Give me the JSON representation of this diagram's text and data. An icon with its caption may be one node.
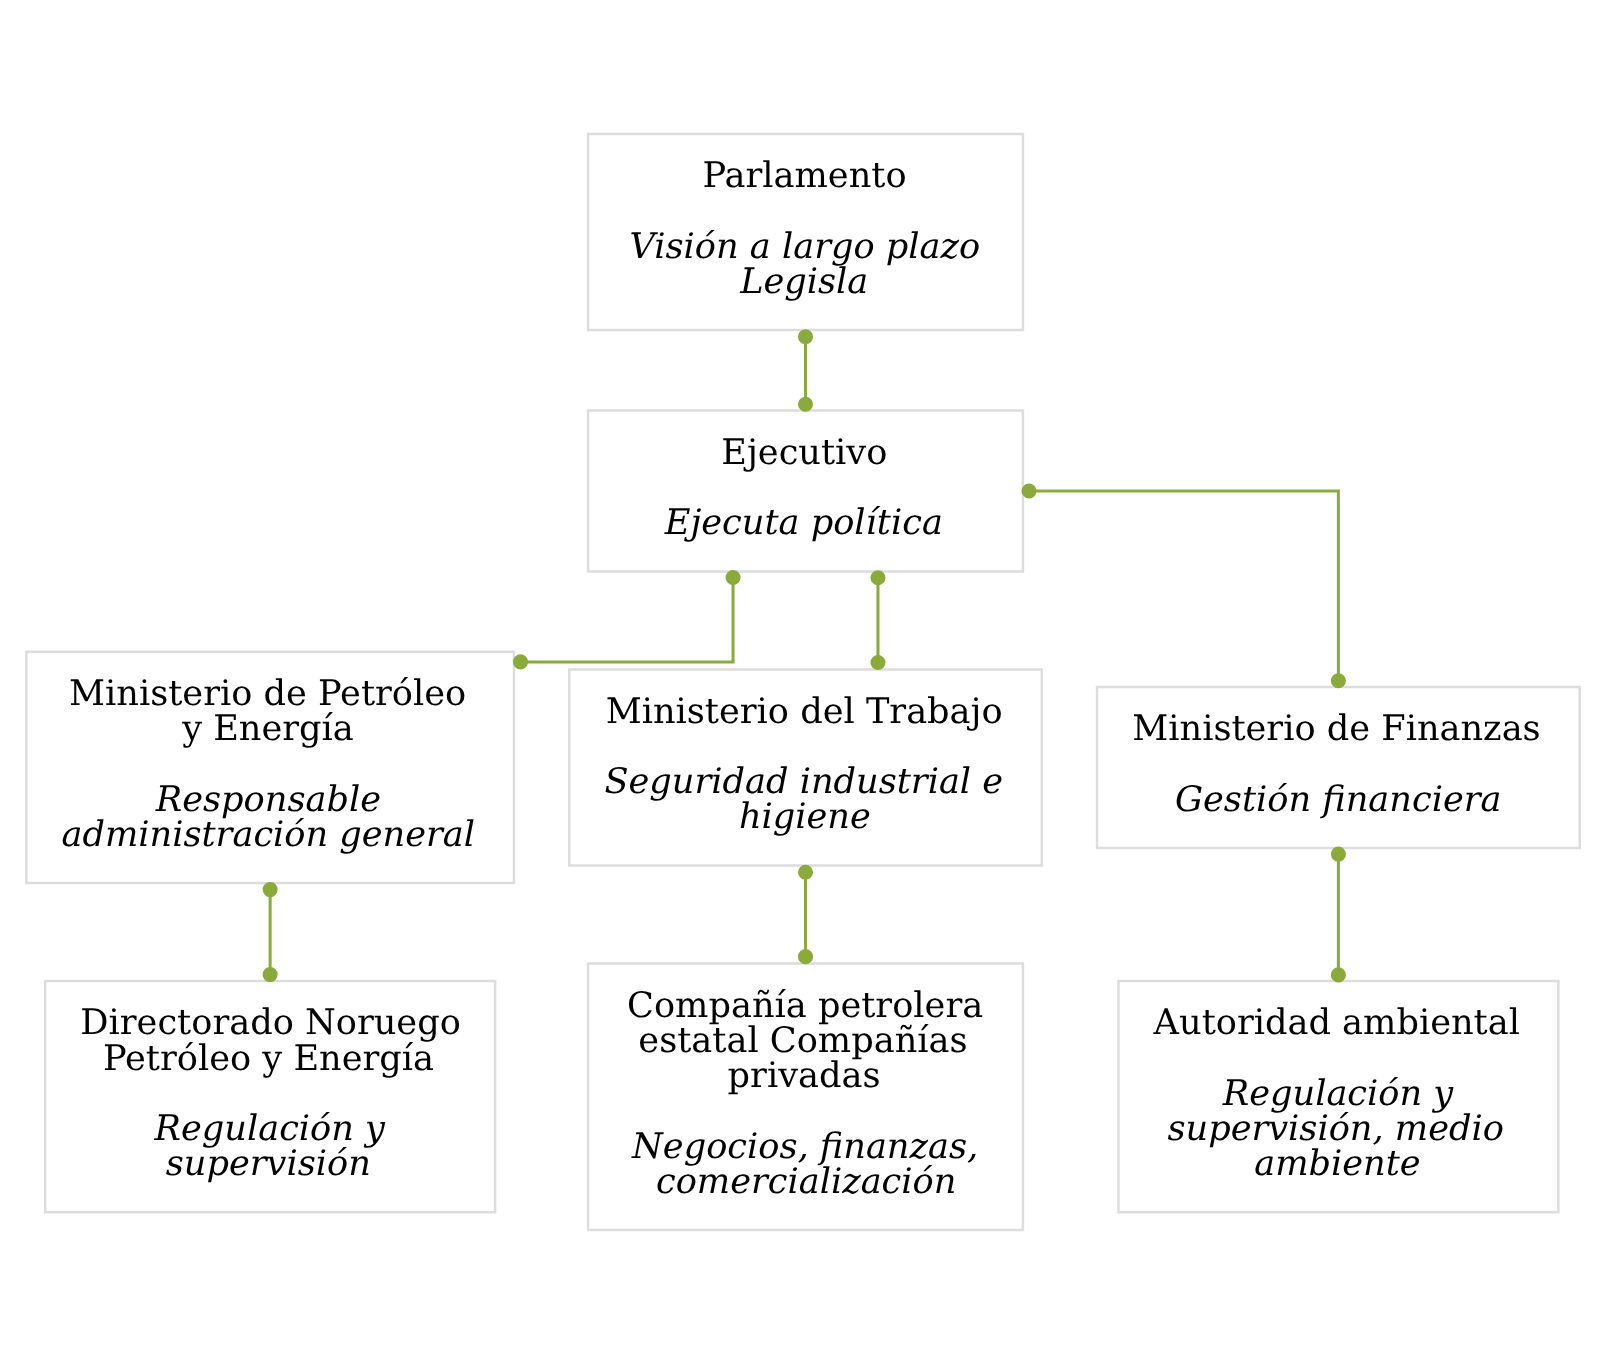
{
  "diagram": {
    "nodes": [
      {
        "text": [
          "Parlamento",
          "Visión a largo plazo Legisla"
        ]
      },
      {
        "text": [
          "Ejecutivo",
          "Ejecuta política"
        ]
      },
      {
        "text": [
          "Ministerio de Petróleo y Energía",
          "Responsable administración general"
        ]
      },
      {
        "text": [
          "Ministerio del Trabajo",
          "Seguridad industrial e higiene"
        ]
      },
      {
        "text": [
          "Ministerio de Finanzas",
          "Gestión financiera"
        ]
      },
      {
        "text": [
          "Directorado Noruego Petróleo y Energía",
          "Regulación y supervisión"
        ]
      },
      {
        "text": [
          "Compañía petrolera estatal Compañías privadas",
          "Negocios, finanzas, comercialización"
        ]
      },
      {
        "text": [
          "Autoridad ambiental",
          "Regulación y supervisión, medio ambiente"
        ]
      }
    ],
    "edges": [
      {
        "from": 0,
        "to": 1,
        "arrow": "other"
      },
      {
        "from": 1,
        "to": 2,
        "arrow": "other"
      },
      {
        "from": 1,
        "to": 3,
        "arrow": "other"
      },
      {
        "from": 1,
        "to": 4,
        "arrow": "other"
      },
      {
        "from": 2,
        "to": 5,
        "arrow": "other"
      },
      {
        "from": 3,
        "to": 6,
        "arrow": "other"
      },
      {
        "from": 4,
        "to": 7,
        "arrow": "other"
      }
    ]
  }
}
